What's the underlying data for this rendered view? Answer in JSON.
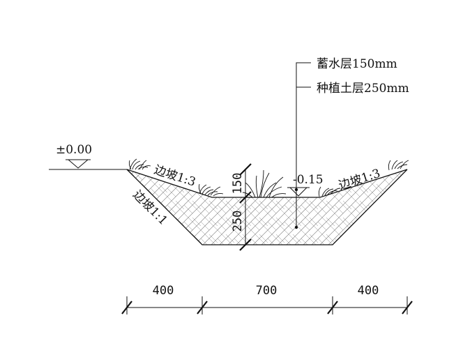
{
  "diagram": {
    "legend": {
      "storage_layer": "蓄水层150mm",
      "planting_layer": "种植土层250mm"
    },
    "elevations": {
      "ground": "±0.00",
      "bottom": "-0.15"
    },
    "slope_labels": {
      "inner_left": "边坡1:3",
      "inner_right": "边坡1:3",
      "outer_left": "边坡1:1"
    },
    "layer_dims": {
      "storage": "150",
      "planting": "250"
    },
    "bottom_dims": {
      "left": "400",
      "middle": "700",
      "right": "400"
    },
    "colors": {
      "line": "#111111",
      "hatch": "#8a8a8a",
      "background": "#ffffff"
    }
  }
}
